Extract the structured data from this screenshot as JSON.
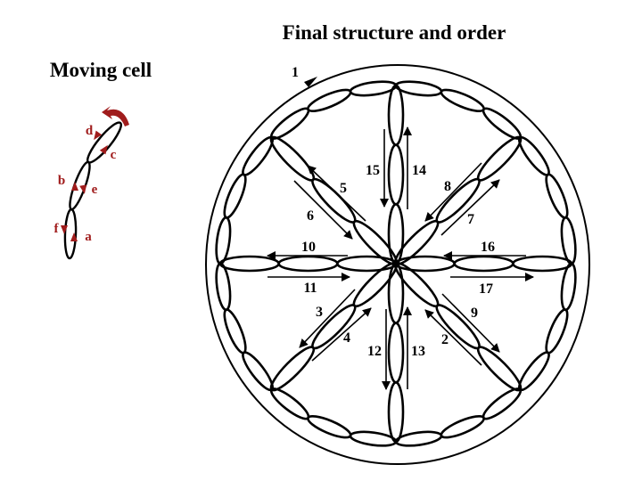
{
  "titles": {
    "final": "Final structure and order",
    "moving": "Moving cell"
  },
  "moving_cell_steps": [
    "a",
    "b",
    "c",
    "d",
    "e",
    "f"
  ],
  "order_steps": [
    "1",
    "2",
    "3",
    "4",
    "5",
    "6",
    "7",
    "8",
    "9",
    "10",
    "11",
    "12",
    "13",
    "14",
    "15",
    "16",
    "17"
  ],
  "colors": {
    "ink": "#000000",
    "moving_arrows": "#a01c1c"
  }
}
